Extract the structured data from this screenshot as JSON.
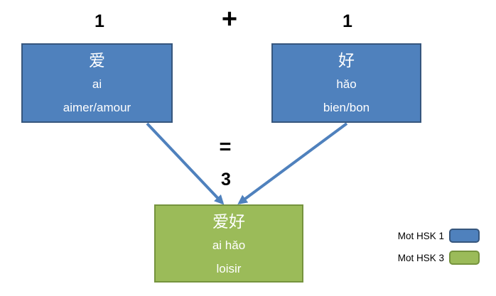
{
  "nodes": {
    "left": {
      "score": "1",
      "hanzi": "爱",
      "pinyin": "ai",
      "gloss": "aimer/amour"
    },
    "right": {
      "score": "1",
      "hanzi": "好",
      "pinyin": "hǎo",
      "gloss": "bien/bon"
    },
    "result": {
      "score": "3",
      "hanzi": "爱好",
      "pinyin": "ai hǎo",
      "gloss": "loisir"
    }
  },
  "operators": {
    "plus": "+",
    "equals": "="
  },
  "legend": {
    "items": [
      {
        "label": "Mot HSK 1",
        "color": "#4F81BD",
        "border": "#36567D"
      },
      {
        "label": "Mot HSK 3",
        "color": "#9BBB59",
        "border": "#75933D"
      }
    ]
  },
  "colors": {
    "hsk1_fill": "#4F81BD",
    "hsk1_border": "#36567D",
    "hsk3_fill": "#9BBB59",
    "hsk3_border": "#75933D",
    "arrow": "#4F81BD",
    "box_text": "#FFFFFF",
    "label_text": "#000000"
  }
}
